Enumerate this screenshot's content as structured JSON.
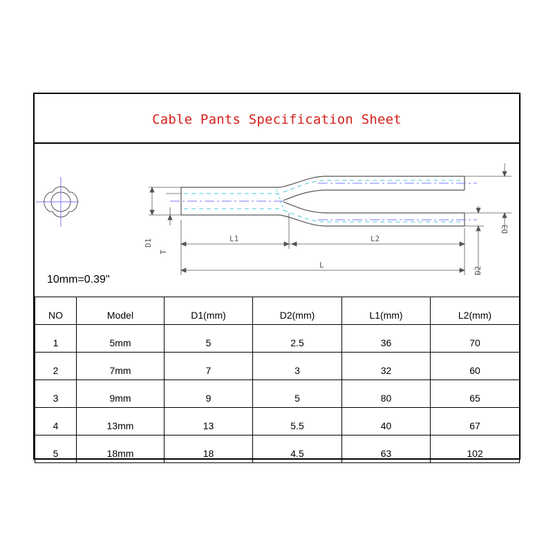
{
  "title": "Cable Pants Specification Sheet",
  "scale_note": "10mm=0.39\"",
  "drawing_labels": {
    "d1": "D1",
    "t": "T",
    "l1": "L1",
    "l2": "L2",
    "l": "L",
    "d2": "D2",
    "d3": "D3"
  },
  "table": {
    "headers": [
      "NO",
      "Model",
      "D1(mm)",
      "D2(mm)",
      "L1(mm)",
      "L2(mm)"
    ],
    "rows": [
      [
        "1",
        "5mm",
        "5",
        "2.5",
        "36",
        "70"
      ],
      [
        "2",
        "7mm",
        "7",
        "3",
        "32",
        "60"
      ],
      [
        "3",
        "9mm",
        "9",
        "5",
        "80",
        "65"
      ],
      [
        "4",
        "13mm",
        "13",
        "5.5",
        "40",
        "67"
      ],
      [
        "5",
        "18mm",
        "18",
        "4.5",
        "63",
        "102"
      ]
    ]
  }
}
